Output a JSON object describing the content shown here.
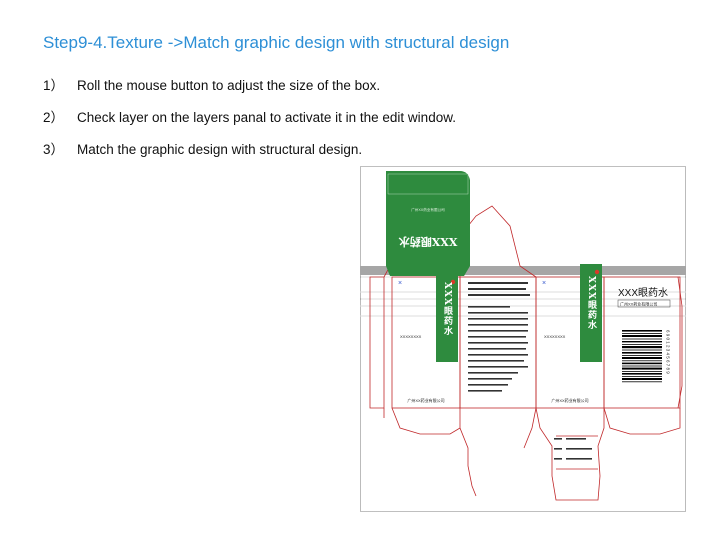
{
  "title": "Step9-4.Texture ->Match graphic design with structural design",
  "steps": [
    {
      "num": "1）",
      "text": "Roll the mouse button to adjust the size of the box."
    },
    {
      "num": "2）",
      "text": "Check layer on the layers panal to activate it in the edit window."
    },
    {
      "num": "3）",
      "text": "Match the graphic design with structural design."
    }
  ],
  "design": {
    "product_name": "XXX眼药水",
    "brand_vertical": "XXX眼药水",
    "company_short": "广州XX药业有限公司",
    "company_footer": "广州XX药业有限公司",
    "left_label": "XXXXXXXX",
    "mid_label": "XXXXXXXX",
    "barcode_digits": "6 9 0 1 2 3 4 5 6 7 8 9",
    "colors": {
      "green": "#2e8b3e",
      "die_line": "#c0282a",
      "band": "#a6a6a6"
    }
  }
}
